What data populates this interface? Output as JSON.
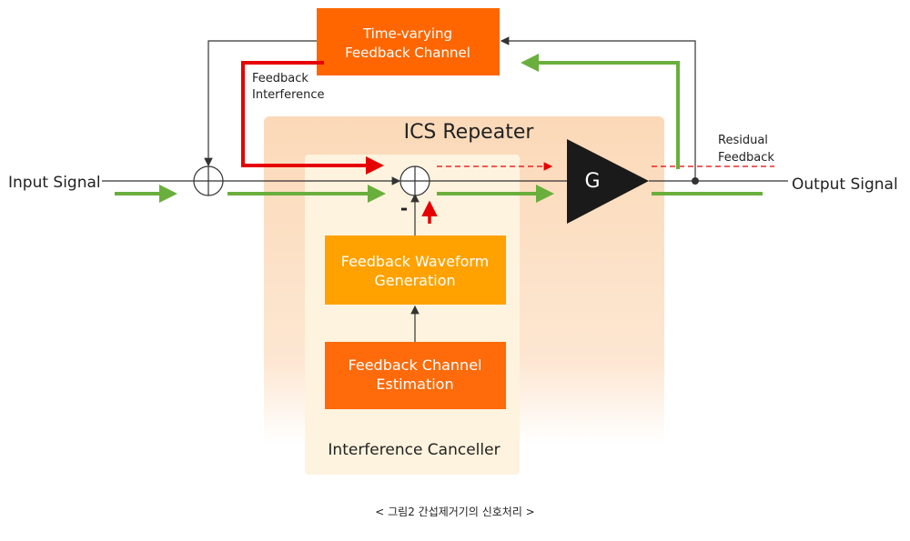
{
  "title": "ICS Repeater",
  "labels": {
    "input_signal": "Input Signal",
    "output_signal": "Output Signal",
    "feedback_interference": [
      "Feedback",
      "Interference"
    ],
    "residual_feedback": [
      "Residual",
      "Feedback"
    ],
    "gain": "G",
    "minus": "-",
    "interference_canceller": "Interference Canceller"
  },
  "blocks": {
    "time_varying_channel": [
      "Time-varying",
      "Feedback Channel"
    ],
    "waveform_generation": [
      "Feedback Waveform",
      "Generation"
    ],
    "channel_estimation": [
      "Feedback Channel",
      "Estimation"
    ]
  },
  "caption": "< 그림2 간섭제거기의 신호처리 >",
  "colors": {
    "orange_dark": "#ff6600",
    "orange_mid": "#ff8c1a",
    "orange_light": "#ffa200",
    "green": "#6aaf3d",
    "red": "#e60000",
    "line": "#333333"
  }
}
